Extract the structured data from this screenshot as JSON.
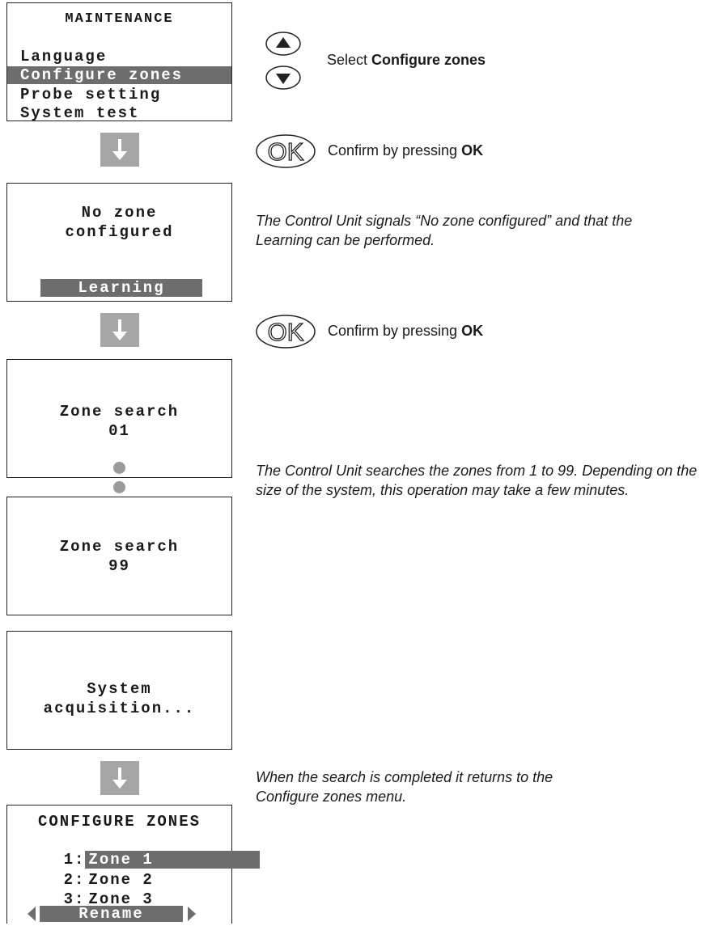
{
  "screens": {
    "maintenance": {
      "title": "MAINTENANCE",
      "items": [
        "Language",
        "Configure zones",
        "Probe setting",
        "System test"
      ]
    },
    "no_zone": {
      "line1": "No zone",
      "line2": "configured",
      "footer": "Learning"
    },
    "search_start": {
      "line1": "Zone search",
      "line2": "01"
    },
    "search_end": {
      "line1": "Zone search",
      "line2": "99"
    },
    "acquisition": {
      "line1": "System",
      "line2": "acquisition..."
    },
    "configure_zones": {
      "title": "CONFIGURE ZONES",
      "rows": [
        {
          "num": "1:",
          "name": "Zone 1"
        },
        {
          "num": "2:",
          "name": "Zone 2"
        },
        {
          "num": "3:",
          "name": "Zone 3"
        }
      ],
      "footer": "Rename"
    }
  },
  "instructions": {
    "select_prefix": "Select ",
    "select_bold": "Configure zones",
    "confirm_prefix": "Confirm by pressing ",
    "confirm_bold": "OK",
    "ok_key": "OK",
    "no_zone_note": "The Control Unit signals “No zone configured” and that the Learning can be performed.",
    "search_note": "The Control Unit searches the zones from 1 to 99. Depending on the size of the system, this operation may take a few minutes.",
    "complete_note": "When the search is completed it returns to the Configure zones menu."
  },
  "icons": {
    "up": "up-arrow-button-icon",
    "down": "down-arrow-button-icon",
    "flow": "down-arrow-icon"
  }
}
